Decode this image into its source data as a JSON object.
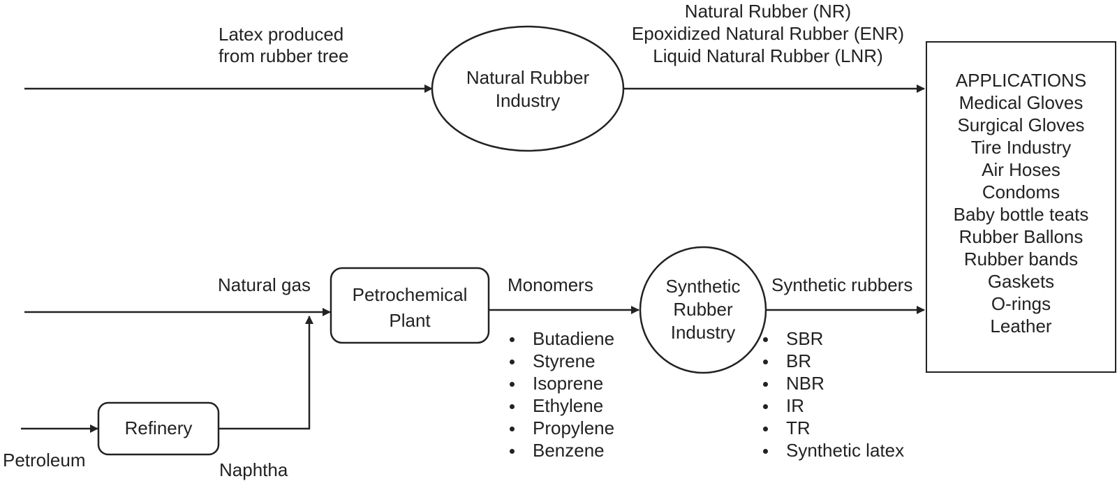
{
  "nodes": {
    "natural_rubber_industry": {
      "line1": "Natural Rubber",
      "line2": "Industry"
    },
    "petrochemical_plant": {
      "line1": "Petrochemical",
      "line2": "Plant"
    },
    "synthetic_rubber_industry": {
      "line1": "Synthetic",
      "line2": "Rubber",
      "line3": "Industry"
    },
    "refinery": {
      "label": "Refinery"
    }
  },
  "flows": {
    "latex": {
      "line1": "Latex produced",
      "line2": "from rubber tree"
    },
    "natural_products": [
      "Natural Rubber (NR)",
      "Epoxidized Natural Rubber (ENR)",
      "Liquid Natural Rubber (LNR)"
    ],
    "natural_gas": "Natural gas",
    "petroleum": "Petroleum",
    "naphtha": "Naphtha",
    "monomers": "Monomers",
    "synthetic_rubbers": "Synthetic rubbers"
  },
  "monomer_list": [
    "Butadiene",
    "Styrene",
    "Isoprene",
    "Ethylene",
    "Propylene",
    "Benzene"
  ],
  "synthetic_rubber_list": [
    "SBR",
    "BR",
    "NBR",
    "IR",
    "TR",
    "Synthetic latex"
  ],
  "applications": {
    "title": "APPLICATIONS",
    "items": [
      "Medical Gloves",
      "Surgical Gloves",
      "Tire Industry",
      "Air Hoses",
      "Condoms",
      "Baby bottle teats",
      "Rubber Ballons",
      "Rubber bands",
      "Gaskets",
      "O-rings",
      "Leather"
    ]
  }
}
